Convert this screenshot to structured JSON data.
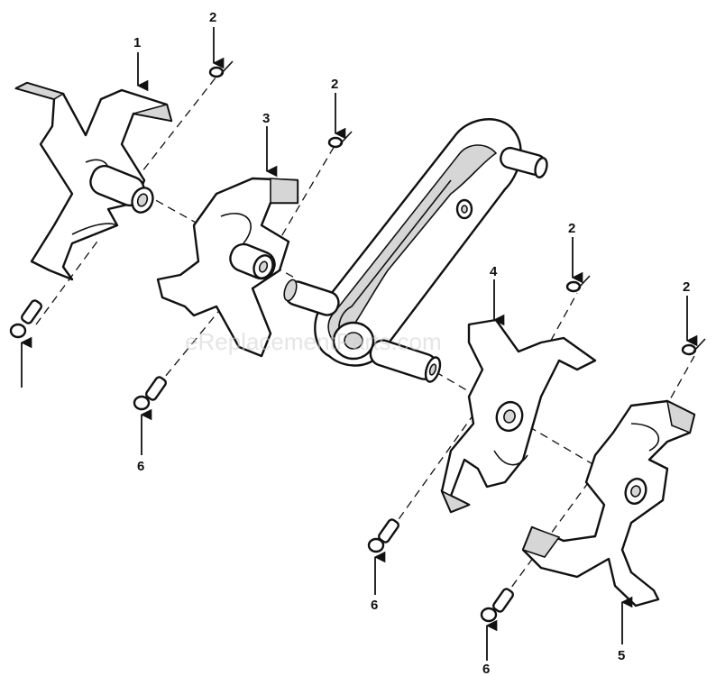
{
  "watermark": "eReplacementParts.com",
  "callouts": {
    "tine_outer_left": "1",
    "hairpin_a": "2",
    "hairpin_b": "2",
    "hairpin_c": "2",
    "hairpin_d": "2",
    "tine_inner_left": "3",
    "tine_inner_right": "4",
    "tine_outer_right": "5",
    "bolt_a": "6",
    "bolt_b": "6",
    "bolt_c": "6"
  }
}
